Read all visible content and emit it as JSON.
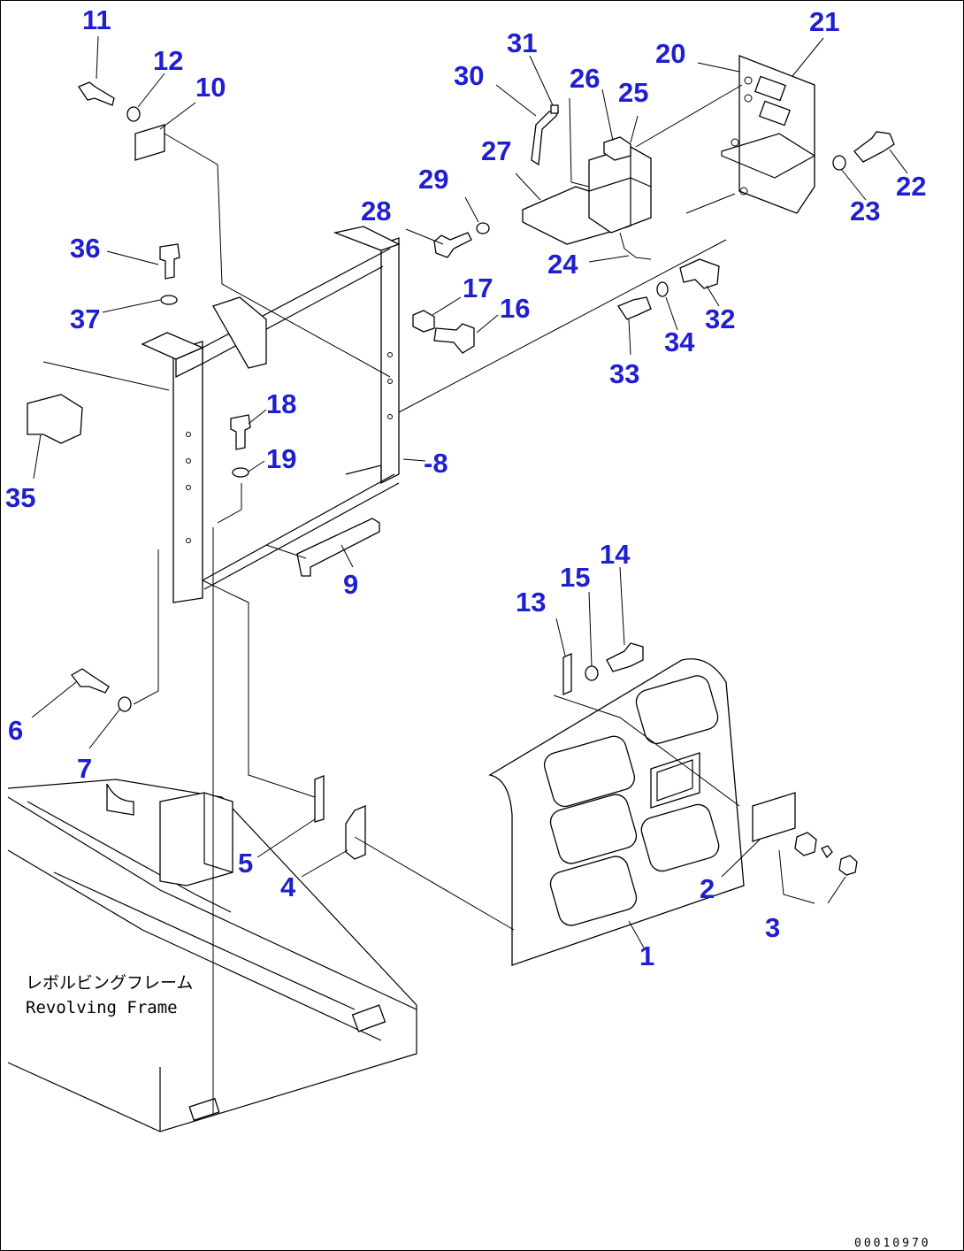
{
  "diagram": {
    "callouts": [
      {
        "id": "c1",
        "text": "1"
      },
      {
        "id": "c2",
        "text": "2"
      },
      {
        "id": "c3",
        "text": "3"
      },
      {
        "id": "c4",
        "text": "4"
      },
      {
        "id": "c5",
        "text": "5"
      },
      {
        "id": "c6",
        "text": "6"
      },
      {
        "id": "c7",
        "text": "7"
      },
      {
        "id": "c8",
        "text": "-8"
      },
      {
        "id": "c9",
        "text": "9"
      },
      {
        "id": "c10",
        "text": "10"
      },
      {
        "id": "c11",
        "text": "11"
      },
      {
        "id": "c12",
        "text": "12"
      },
      {
        "id": "c13",
        "text": "13"
      },
      {
        "id": "c14",
        "text": "14"
      },
      {
        "id": "c15",
        "text": "15"
      },
      {
        "id": "c16",
        "text": "16"
      },
      {
        "id": "c17",
        "text": "17"
      },
      {
        "id": "c18",
        "text": "18"
      },
      {
        "id": "c19",
        "text": "19"
      },
      {
        "id": "c20",
        "text": "20"
      },
      {
        "id": "c21",
        "text": "21"
      },
      {
        "id": "c22",
        "text": "22"
      },
      {
        "id": "c23",
        "text": "23"
      },
      {
        "id": "c24",
        "text": "24"
      },
      {
        "id": "c25",
        "text": "25"
      },
      {
        "id": "c26",
        "text": "26"
      },
      {
        "id": "c27",
        "text": "27"
      },
      {
        "id": "c28",
        "text": "28"
      },
      {
        "id": "c29",
        "text": "29"
      },
      {
        "id": "c30",
        "text": "30"
      },
      {
        "id": "c31",
        "text": "31"
      },
      {
        "id": "c32",
        "text": "32"
      },
      {
        "id": "c33",
        "text": "33"
      },
      {
        "id": "c34",
        "text": "34"
      },
      {
        "id": "c35",
        "text": "35"
      },
      {
        "id": "c36",
        "text": "36"
      },
      {
        "id": "c37",
        "text": "37"
      }
    ],
    "frame_label_jp": "レボルビングフレーム",
    "frame_label_en": "Revolving Frame",
    "drawing_code": "00010970",
    "callout_color": "#1f1fd0",
    "line_color": "#000000"
  }
}
